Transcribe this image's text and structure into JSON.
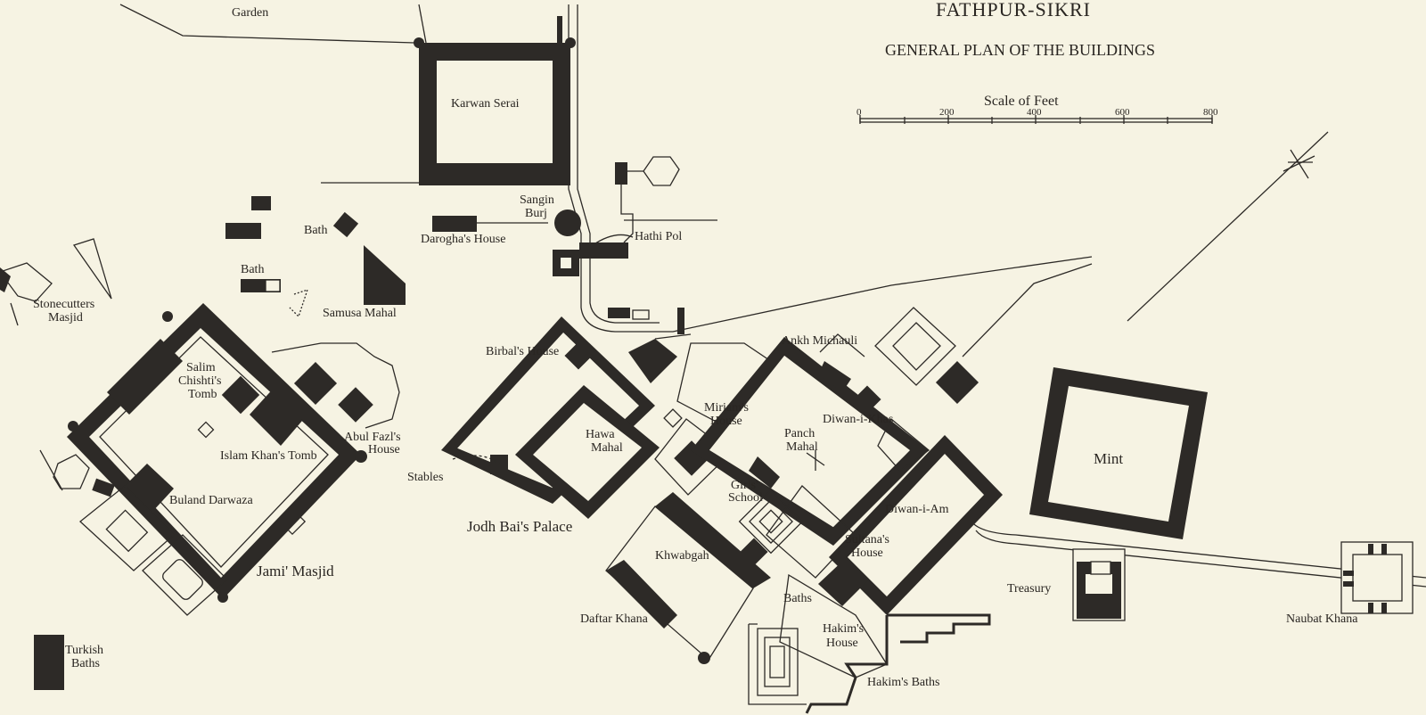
{
  "map": {
    "title": "FATHPUR-SIKRI",
    "subtitle": "GENERAL PLAN OF THE BUILDINGS",
    "scale": {
      "title": "Scale of Feet",
      "ticks": [
        "0",
        "200",
        "400",
        "600",
        "800"
      ]
    },
    "labels": {
      "garden": "Garden",
      "karwan_serai": "Karwan Serai",
      "sangin": "Sangin",
      "burj": "Burj",
      "bath_1": "Bath",
      "bath_2": "Bath",
      "daroghas_house": "Darogha's House",
      "hathi_pol": "Hathi Pol",
      "stonecutters": "Stonecutters",
      "masjid": "Masjid",
      "samusa_mahal": "Samusa Mahal",
      "birbals_house": "Birbal's House",
      "ankh_michauli": "Ankh Michauli",
      "salim": "Salim",
      "chishtis": "Chishti's",
      "tomb": "Tomb",
      "miriams": "Miriam's",
      "miriams_house": "House",
      "hawa": "Hawa",
      "hawa_mahal": "Mahal",
      "diwan_i_khas": "Diwan-i-Khas",
      "abul_fazls": "Abul Fazl's",
      "abul_fazls_house": "House",
      "panch": "Panch",
      "panch_mahal": "Mahal",
      "islam_khans_tomb": "Islam Khan's Tomb",
      "mint": "Mint",
      "stables": "Stables",
      "girls": "Girls'",
      "school": "School",
      "buland_darwaza": "Buland Darwaza",
      "diwan_i_am": "Diwan-i-Am",
      "jodh_bais_palace": "Jodh Bai's Palace",
      "sultanas": "Sultana's",
      "sultanas_house": "House",
      "jami_masjid": "Jami' Masjid",
      "khwabgah": "Khwabgah",
      "treasury": "Treasury",
      "baths": "Baths",
      "daftar_khana": "Daftar Khana",
      "naubat_khana": "Naubat Khana",
      "hakims": "Hakim's",
      "hakims_house": "House",
      "turkish": "Turkish",
      "turkish_baths": "Baths",
      "hakims_baths": "Hakim's Baths"
    }
  }
}
